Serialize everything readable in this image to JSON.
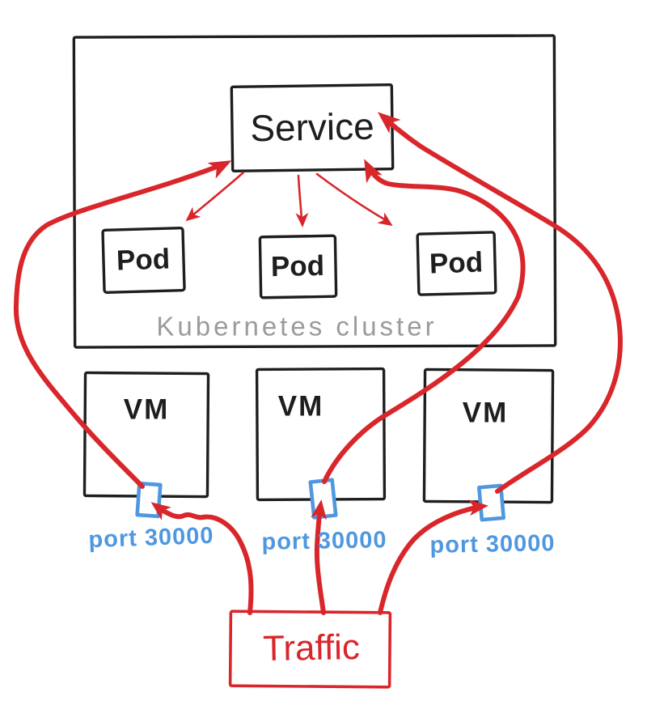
{
  "diagram": {
    "cluster": {
      "label": "Kubernetes cluster"
    },
    "service": {
      "label": "Service"
    },
    "pods": [
      {
        "label": "Pod"
      },
      {
        "label": "Pod"
      },
      {
        "label": "Pod"
      }
    ],
    "vms": [
      {
        "label": "VM"
      },
      {
        "label": "VM"
      },
      {
        "label": "VM"
      }
    ],
    "ports": [
      {
        "label": "port 30000"
      },
      {
        "label": "port 30000"
      },
      {
        "label": "port 30000"
      }
    ],
    "traffic": {
      "label": "Traffic"
    },
    "colors": {
      "ink": "#1e1e1e",
      "red": "#d9262b",
      "blue": "#4f98e0",
      "gray": "#9b9b9b",
      "background": "#ffffff"
    }
  }
}
